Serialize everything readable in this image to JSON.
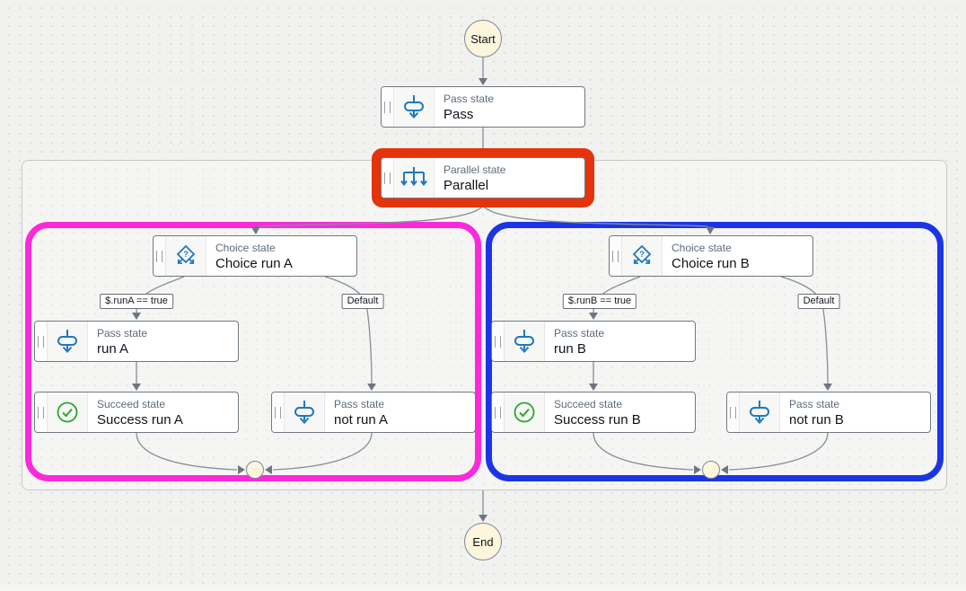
{
  "terminals": {
    "start": "Start",
    "end": "End"
  },
  "states": {
    "pass": {
      "type_label": "Pass state",
      "name": "Pass"
    },
    "parallel": {
      "type_label": "Parallel state",
      "name": "Parallel"
    }
  },
  "branch_a": {
    "choice": {
      "type_label": "Choice state",
      "name": "Choice run A"
    },
    "run": {
      "type_label": "Pass state",
      "name": "run A"
    },
    "succeed": {
      "type_label": "Succeed state",
      "name": "Success run A"
    },
    "not_run": {
      "type_label": "Pass state",
      "name": "not run A"
    },
    "edge_condition": "$.runA == true",
    "edge_default": "Default",
    "outline_color": "#FA2ADA"
  },
  "branch_b": {
    "choice": {
      "type_label": "Choice state",
      "name": "Choice run B"
    },
    "run": {
      "type_label": "Pass state",
      "name": "run B"
    },
    "succeed": {
      "type_label": "Succeed state",
      "name": "Success run B"
    },
    "not_run": {
      "type_label": "Pass state",
      "name": "not run B"
    },
    "edge_condition": "$.runB == true",
    "edge_default": "Default",
    "outline_color": "#1B35E6"
  },
  "colors": {
    "selection_red": "#E4340C",
    "icon_blue": "#1F78BE",
    "succeed_green": "#2BA62B",
    "terminal_fill": "#FCF6DC",
    "edge_gray": "#868E96"
  }
}
